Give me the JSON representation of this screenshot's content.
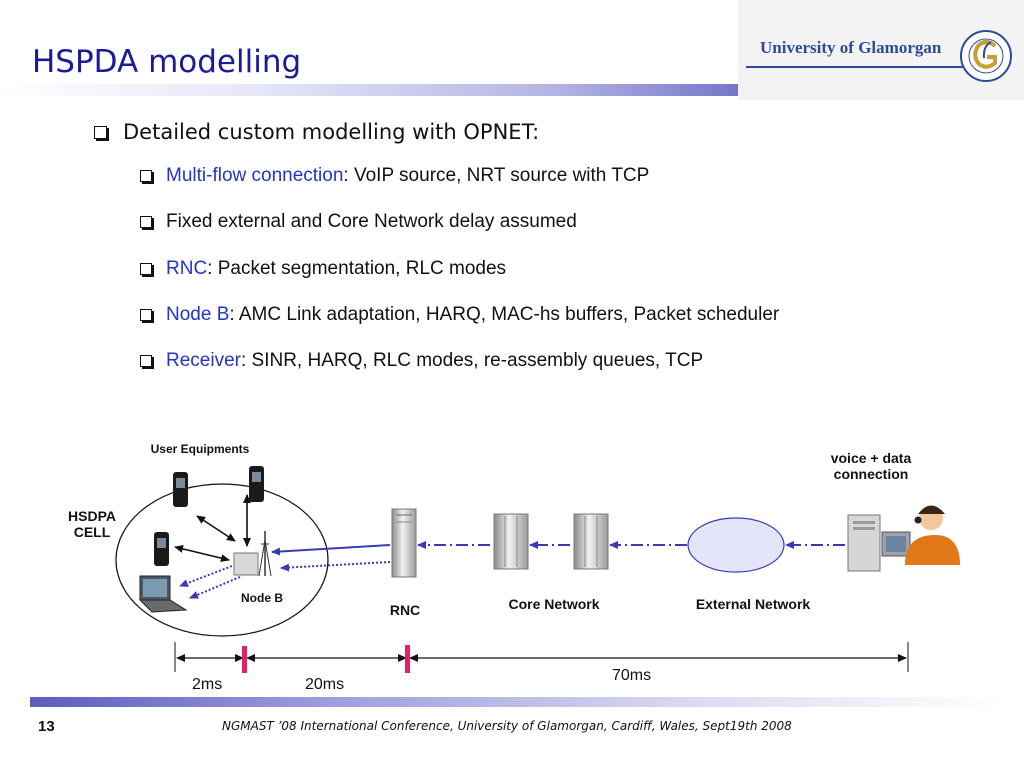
{
  "title": "HSPDA modelling",
  "logo": {
    "text": "University of Glamorgan"
  },
  "bullets": {
    "main": "Detailed custom modelling with OPNET:",
    "items": [
      {
        "highlight": "Multi-flow connection",
        "rest": ": VoIP source, NRT source with TCP"
      },
      {
        "highlight": "",
        "rest": "Fixed external and Core Network delay assumed"
      },
      {
        "highlight": "RNC",
        "rest": ": Packet segmentation, RLC modes"
      },
      {
        "highlight": "Node B",
        "rest": ": AMC Link adaptation, HARQ, MAC-hs buffers, Packet scheduler"
      },
      {
        "highlight": "Receiver",
        "rest": ": SINR, HARQ, RLC modes, re-assembly queues, TCP"
      }
    ]
  },
  "diagram": {
    "user_equipments": "User Equipments",
    "hsdpa_cell": "HSDPA CELL",
    "node_b": "Node B",
    "rnc": "RNC",
    "core_network": "Core Network",
    "external_network": "External Network",
    "connection": "voice + data connection",
    "times": {
      "t1": "2ms",
      "t2": "20ms",
      "t3": "70ms"
    }
  },
  "footer": {
    "page": "13",
    "text": "NGMAST ’08 International Conference, University of Glamorgan, Cardiff,  Wales, Sept19th  2008"
  },
  "colors": {
    "title": "#1a1a9a",
    "highlight": "#2433c8",
    "link_line": "#3a3ab4",
    "marker": "#e0206a"
  }
}
